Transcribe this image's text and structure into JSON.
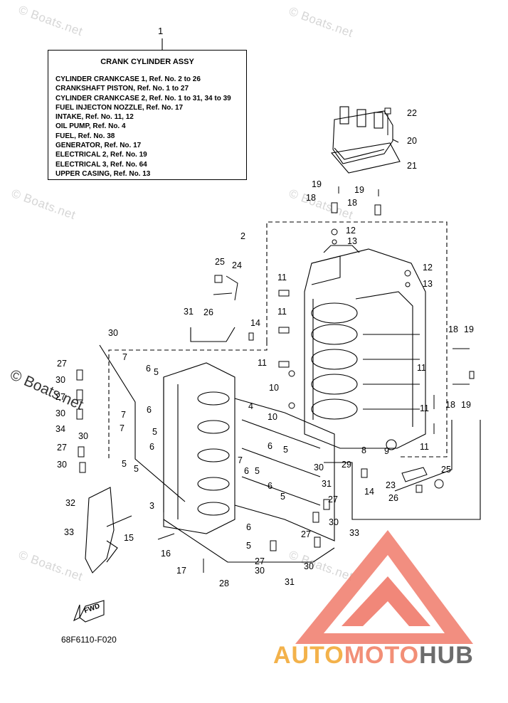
{
  "watermark": "© Boats.net",
  "assembly_ref": "1",
  "info_box": {
    "title": "CRANK CYLINDER ASSY",
    "lines": [
      "CYLINDER CRANKCASE 1, Ref. No. 2 to 26",
      "CRANKSHAFT PISTON,   Ref. No. 1 to 27",
      "CYLINDER CRANKCASE 2, Ref. No. 1 to 31, 34 to 39",
      "FUEL INJECTON NOZZLE,   Ref. No. 17",
      "INTAKE, Ref. No. 11, 12",
      "OIL PUMP, Ref. No. 4",
      "FUEL,  Ref. No. 38",
      "GENERATOR,   Ref. No. 17",
      "ELECTRICAL 2, Ref. No. 19",
      "ELECTRICAL 3,   Ref. No. 64",
      "UPPER CASING,  Ref. No. 13"
    ]
  },
  "callouts": [
    "22",
    "20",
    "21",
    "19",
    "18",
    "19",
    "18",
    "2",
    "12",
    "13",
    "12",
    "13",
    "25",
    "24",
    "26",
    "31",
    "11",
    "11",
    "14",
    "30",
    "11",
    "10",
    "10",
    "18",
    "19",
    "11",
    "11",
    "18",
    "19",
    "8",
    "9",
    "11",
    "27",
    "30",
    "27",
    "30",
    "34",
    "30",
    "27",
    "30",
    "7",
    "6",
    "5",
    "7",
    "6",
    "5",
    "7",
    "6",
    "5",
    "5",
    "4",
    "6",
    "5",
    "7",
    "6",
    "5",
    "6",
    "5",
    "29",
    "14",
    "25",
    "23",
    "26",
    "31",
    "30",
    "27",
    "30",
    "27",
    "33",
    "32",
    "15",
    "33",
    "3",
    "16",
    "5",
    "6",
    "27",
    "30",
    "31",
    "30",
    "17",
    "28"
  ],
  "fwd_label": "FWD",
  "part_code": "68F6110-F020",
  "logo": {
    "part1": "AUTO",
    "part2": "MOTO",
    "part3": "HUB",
    "color_red": "#f07a6a",
    "color_orange": "#f3b24b",
    "color_grey": "#6c6c6c"
  }
}
